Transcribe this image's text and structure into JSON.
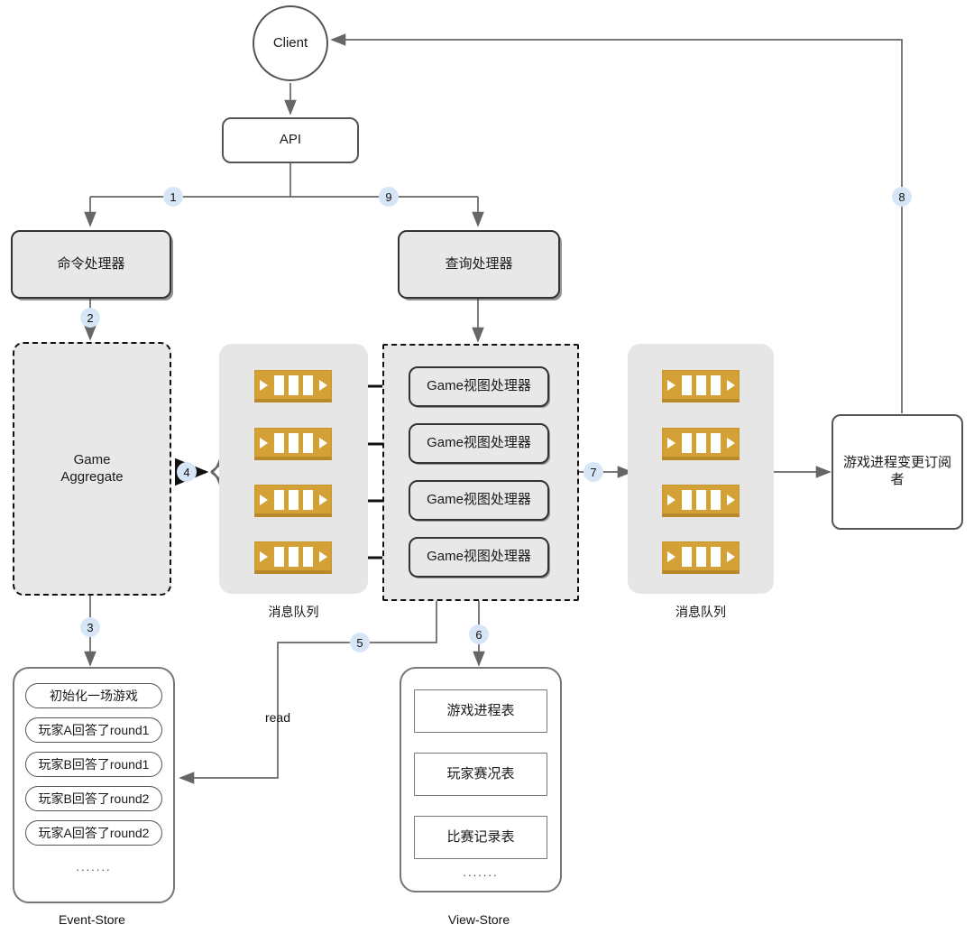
{
  "diagram": {
    "title": "CQRS Event Sourcing Game Architecture",
    "colors": {
      "queue_gold": "#d4a137",
      "badge_blue": "#d6e6f7",
      "node_gray": "#e8e8e8",
      "tray_gray": "#e6e6e6",
      "stroke": "#555555"
    }
  },
  "nodes": {
    "client": "Client",
    "api": "API",
    "command_handler": "命令处理器",
    "query_handler": "查询处理器",
    "aggregate_line1": "Game",
    "aggregate_line2": "Aggregate",
    "subscriber": "游戏进程变更订阅者"
  },
  "view_handlers": {
    "items": [
      "Game视图处理器",
      "Game视图处理器",
      "Game视图处理器",
      "Game视图处理器"
    ]
  },
  "queues": {
    "left": {
      "caption": "消息队列",
      "icon_name": "message-queue-icon",
      "count": 4
    },
    "right": {
      "caption": "消息队列",
      "icon_name": "message-queue-icon",
      "count": 4
    }
  },
  "event_store": {
    "caption": "Event-Store",
    "events": [
      "初始化一场游戏",
      "玩家A回答了round1",
      "玩家B回答了round1",
      "玩家B回答了round2",
      "玩家A回答了round2"
    ],
    "more": "......."
  },
  "view_store": {
    "caption": "View-Store",
    "tables": [
      "游戏进程表",
      "玩家赛况表",
      "比赛记录表"
    ],
    "more": "......."
  },
  "edge_labels": {
    "read": "read"
  },
  "step_badges": [
    {
      "id": "1",
      "label": "1"
    },
    {
      "id": "2",
      "label": "2"
    },
    {
      "id": "3",
      "label": "3"
    },
    {
      "id": "4",
      "label": "4"
    },
    {
      "id": "5",
      "label": "5"
    },
    {
      "id": "6",
      "label": "6"
    },
    {
      "id": "7",
      "label": "7"
    },
    {
      "id": "8",
      "label": "8"
    },
    {
      "id": "9",
      "label": "9"
    }
  ]
}
